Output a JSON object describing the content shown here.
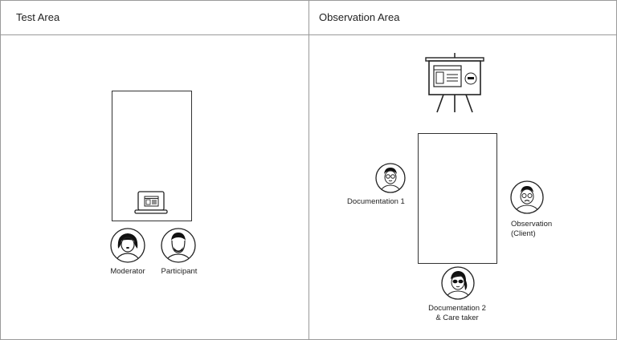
{
  "test_area": {
    "title": "Test Area",
    "people": [
      {
        "label": "Moderator",
        "icon": "woman-avatar-icon"
      },
      {
        "label": "Participant",
        "icon": "bearded-man-avatar-icon"
      }
    ]
  },
  "observation_area": {
    "title": "Observation Area",
    "people": [
      {
        "label": "Documentation 1",
        "icon": "man-glasses-avatar-icon"
      },
      {
        "label_line1": "Observation",
        "label_line2": "(Client)",
        "icon": "man-glasses-frown-avatar-icon"
      },
      {
        "label_line1": "Documentation  2",
        "label_line2": "& Care taker",
        "icon": "woman-sunglasses-avatar-icon"
      }
    ]
  }
}
